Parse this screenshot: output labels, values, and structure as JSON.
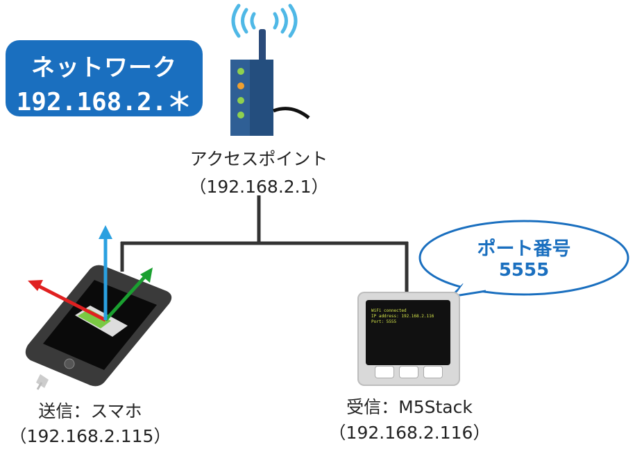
{
  "network": {
    "title": "ネットワーク",
    "address": "192.168.2.＊"
  },
  "access_point": {
    "name": "アクセスポイント",
    "address": "（192.168.2.1）"
  },
  "sender": {
    "name": "送信：スマホ",
    "address": "（192.168.2.115）"
  },
  "receiver": {
    "name": "受信：M5Stack",
    "address": "（192.168.2.116）",
    "screen_lines": [
      "WiFi connected",
      "IP address: 192.168.2.116",
      "Port: 5555"
    ]
  },
  "port_bubble": {
    "title": "ポート番号",
    "number": "5555"
  },
  "colors": {
    "accent": "#1a6fbf",
    "wire": "#333333",
    "x_axis": "#e02020",
    "y_axis": "#1aa030",
    "z_axis": "#2aa0e0"
  },
  "icons": [
    "router-icon",
    "wifi-icon",
    "smartphone-icon",
    "m5stack-device-icon",
    "speech-bubble-icon"
  ]
}
